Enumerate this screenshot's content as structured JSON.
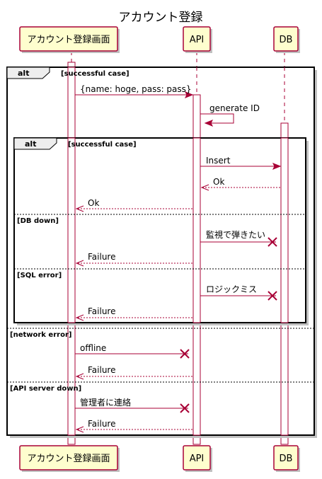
{
  "title": "アカウント登録",
  "participants": [
    {
      "id": "screen",
      "label": "アカウント登録画面"
    },
    {
      "id": "api",
      "label": "API"
    },
    {
      "id": "db",
      "label": "DB"
    }
  ],
  "outer_frame": {
    "keyword": "alt",
    "sections": [
      {
        "guard": "[successful case]"
      },
      {
        "guard": "[network error]"
      },
      {
        "guard": "[API server down]"
      }
    ]
  },
  "inner_frame": {
    "keyword": "alt",
    "sections": [
      {
        "guard": "[successful case]"
      },
      {
        "guard": "[DB down]"
      },
      {
        "guard": "[SQL error]"
      }
    ]
  },
  "messages": [
    {
      "from": "screen",
      "to": "api",
      "label": "{name: hoge, pass: pass}",
      "style": "solid",
      "end": "arrow"
    },
    {
      "from": "api",
      "to": "api",
      "label": "generate ID",
      "style": "solid",
      "end": "arrow"
    },
    {
      "from": "api",
      "to": "db",
      "label": "Insert",
      "style": "solid",
      "end": "arrow"
    },
    {
      "from": "db",
      "to": "api",
      "label": "Ok",
      "style": "dashed",
      "end": "open"
    },
    {
      "from": "api",
      "to": "screen",
      "label": "Ok",
      "style": "dashed",
      "end": "open"
    },
    {
      "from": "api",
      "to": "db",
      "label": "監視で弾きたい",
      "style": "solid",
      "end": "lost"
    },
    {
      "from": "api",
      "to": "screen",
      "label": "Failure",
      "style": "dashed",
      "end": "open"
    },
    {
      "from": "api",
      "to": "db",
      "label": "ロジックミス",
      "style": "solid",
      "end": "lost"
    },
    {
      "from": "api",
      "to": "screen",
      "label": "Failure",
      "style": "dashed",
      "end": "open"
    },
    {
      "from": "screen",
      "to": "api",
      "label": "offline",
      "style": "solid",
      "end": "lost"
    },
    {
      "from": "api",
      "to": "screen",
      "label": "Failure",
      "style": "dashed",
      "end": "open"
    },
    {
      "from": "screen",
      "to": "api",
      "label": "管理者に連絡",
      "style": "solid",
      "end": "lost"
    },
    {
      "from": "api",
      "to": "screen",
      "label": "Failure",
      "style": "dashed",
      "end": "open"
    }
  ]
}
